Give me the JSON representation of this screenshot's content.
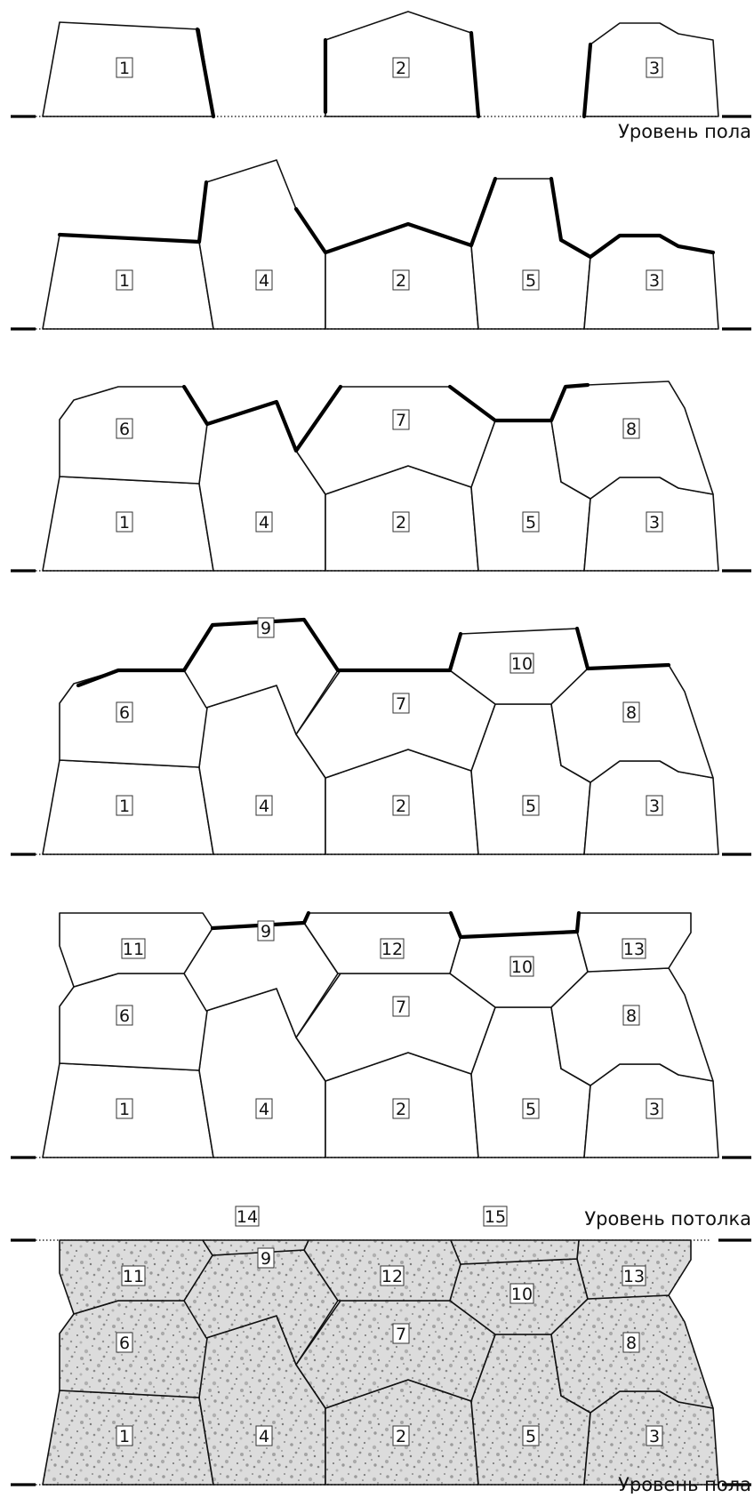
{
  "labels": {
    "floor_level": "Уровень пола",
    "ceiling_level": "Уровень потолка"
  },
  "steps": [
    {
      "step": 1,
      "stones": [
        "1",
        "2",
        "3"
      ]
    },
    {
      "step": 2,
      "stones": [
        "1",
        "4",
        "2",
        "5",
        "3"
      ]
    },
    {
      "step": 3,
      "stones": [
        "1",
        "4",
        "2",
        "5",
        "3",
        "6",
        "7",
        "8"
      ]
    },
    {
      "step": 4,
      "stones": [
        "1",
        "4",
        "2",
        "5",
        "3",
        "6",
        "7",
        "8",
        "9",
        "10"
      ]
    },
    {
      "step": 5,
      "stones": [
        "1",
        "4",
        "2",
        "5",
        "3",
        "6",
        "7",
        "8",
        "9",
        "10",
        "11",
        "12",
        "13"
      ]
    },
    {
      "step": 6,
      "stones": [
        "1",
        "4",
        "2",
        "5",
        "3",
        "6",
        "7",
        "8",
        "9",
        "10",
        "11",
        "12",
        "13",
        "14",
        "15"
      ]
    }
  ],
  "colors": {
    "line": "#111111",
    "fill_final": "#d9d9d9",
    "background": "#ffffff"
  }
}
